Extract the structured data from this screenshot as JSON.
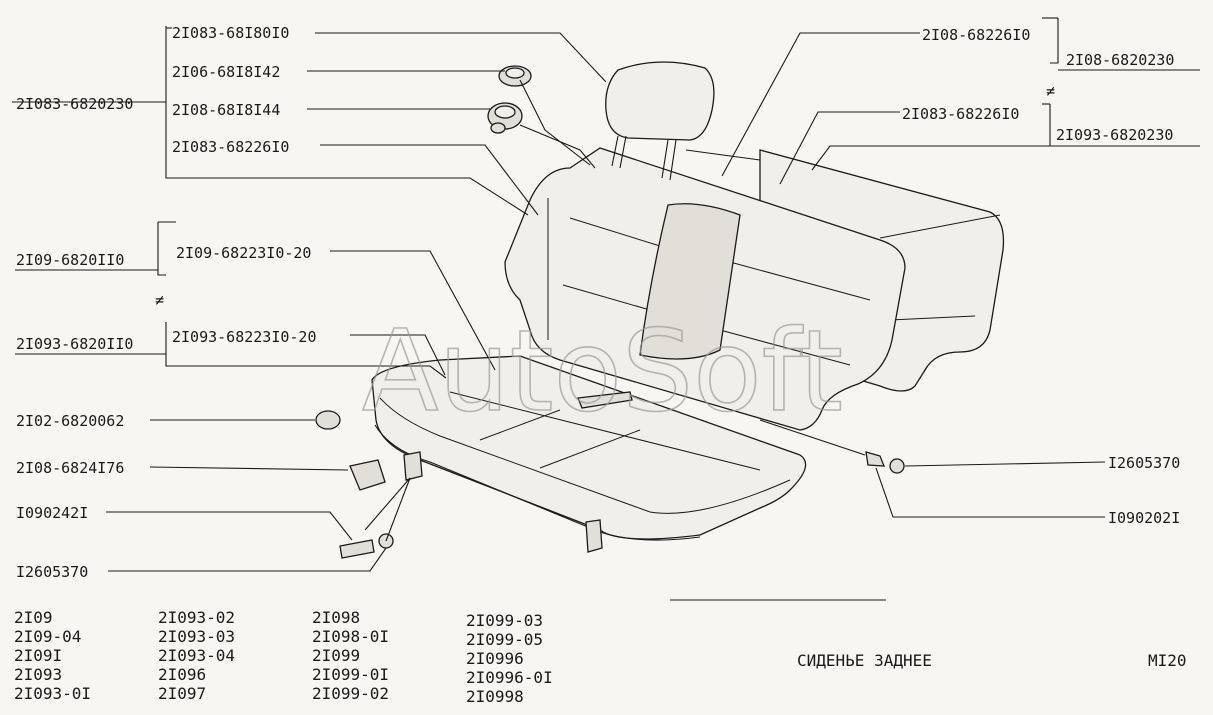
{
  "watermark": "AutoSoft",
  "labels": {
    "headrest": "2I083-68I80I0",
    "bushing_1": "2I06-68I8I42",
    "bushing_2": "2I08-68I8I44",
    "backrest_left_cover": "2I083-68226I0",
    "backrest_assembly": "2I083-6820230",
    "backrest_right_cover_1": "2I08-68226I0",
    "backrest_right_assy_1": "2I08-6820230",
    "backrest_right_cover_2": "2I083-68226I0",
    "backrest_right_assy_2": "2I093-6820230",
    "cushion_cover_1": "2I09-68223I0-20",
    "cushion_assy_1": "2I09-6820II0",
    "cushion_cover_2": "2I093-68223I0-20",
    "cushion_assy_2": "2I093-6820II0",
    "buffer": "2I02-6820062",
    "bracket": "2I08-6824I76",
    "bolt_left": "I090242I",
    "washer_left": "I2605370",
    "washer_right": "I2605370",
    "bolt_right": "I090202I"
  },
  "not_equal_sign": "≠",
  "footer": {
    "models": [
      [
        "2I09",
        "2I09-04",
        "2I09I",
        "2I093",
        "2I093-0I"
      ],
      [
        "2I093-02",
        "2I093-03",
        "2I093-04",
        "2I096",
        "2I097"
      ],
      [
        "2I098",
        "2I098-0I",
        "2I099",
        "2I099-0I",
        "2I099-02"
      ],
      [
        "2I099-03",
        "2I099-05",
        "2I0996",
        "2I0996-0I",
        "2I0998"
      ]
    ],
    "title": "СИДЕНЬЕ ЗАДНЕЕ",
    "page_code": "MI20"
  }
}
